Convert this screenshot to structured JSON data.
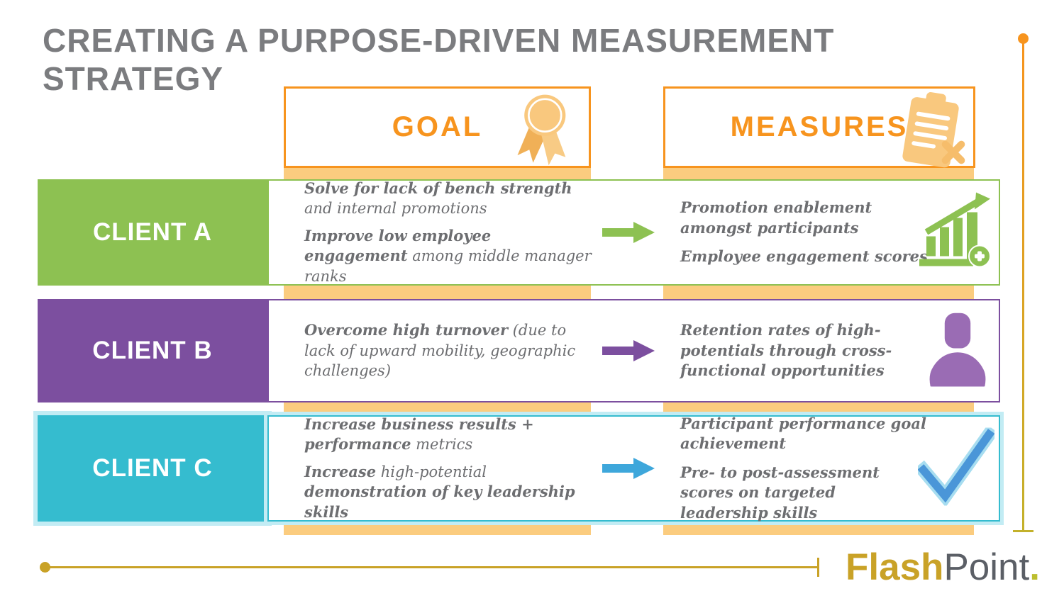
{
  "title": "CREATING A PURPOSE-DRIVEN MEASUREMENT STRATEGY",
  "headers": {
    "goal": {
      "label": "GOAL",
      "icon": "award-ribbon-icon"
    },
    "measures": {
      "label": "MEASURES",
      "icon": "clipboard-checklist-icon"
    }
  },
  "rows": [
    {
      "client": "CLIENT A",
      "color": "#8dc152",
      "goal_paragraphs": [
        {
          "segments": [
            {
              "text": "Solve for lack of bench strength",
              "bold": true
            },
            {
              "text": " and internal promotions",
              "bold": false
            }
          ]
        },
        {
          "segments": [
            {
              "text": "Improve low employee engagement",
              "bold": true
            },
            {
              "text": " among middle manager ranks",
              "bold": false
            }
          ]
        }
      ],
      "measures": [
        "Promotion enablement amongst participants",
        "Employee engagement scores"
      ],
      "icon": "bar-chart-growth-icon"
    },
    {
      "client": "CLIENT B",
      "color": "#7c4f9f",
      "goal_paragraphs": [
        {
          "segments": [
            {
              "text": "Overcome high turnover",
              "bold": true
            },
            {
              "text": " (due to lack of upward mobility, geographic challenges)",
              "bold": false
            }
          ]
        }
      ],
      "measures": [
        "Retention rates of high-potentials through cross-functional opportunities"
      ],
      "icon": "person-icon"
    },
    {
      "client": "CLIENT C",
      "color": "#35bccf",
      "goal_paragraphs": [
        {
          "segments": [
            {
              "text": "Increase business results + performance",
              "bold": true
            },
            {
              "text": " metrics",
              "bold": false
            }
          ]
        },
        {
          "segments": [
            {
              "text": "Increase",
              "bold": true
            },
            {
              "text": " high-potential ",
              "bold": false
            },
            {
              "text": "demonstration of key leadership skills",
              "bold": true
            }
          ]
        }
      ],
      "measures": [
        "Participant performance goal achievement",
        "Pre- to post-assessment scores on targeted leadership skills"
      ],
      "icon": "checkmark-icon"
    }
  ],
  "logo": {
    "flash": "Flash",
    "point": "Point",
    "dot": "."
  },
  "colors": {
    "accent_orange": "#f7941e",
    "band_light_orange": "#fbcc7f",
    "icon_light_orange": "#f9c87e",
    "client_a_green": "#8dc152",
    "client_b_purple": "#7c4f9f",
    "client_b_icon_purple": "#9a6cb4",
    "client_c_cyan": "#35bccf",
    "client_c_halo": "#c2ecf4",
    "client_c_arrow_blue": "#3ea7db",
    "check_blue": "#4a96d8",
    "body_text_gray": "#6d6e71",
    "title_gray": "#7b7c7f",
    "logo_gold": "#c9a227",
    "logo_gray": "#5b5f66",
    "logo_accent_yellow": "#bcbe2f"
  }
}
